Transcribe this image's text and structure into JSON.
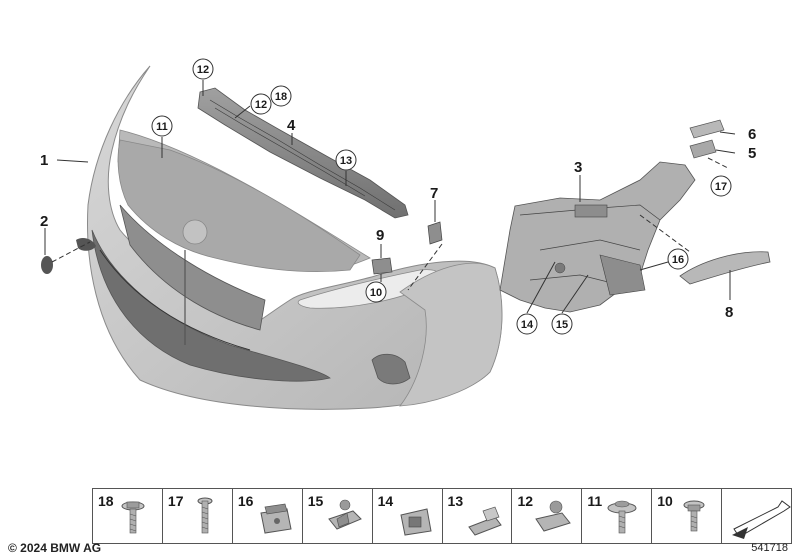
{
  "callouts": [
    {
      "id": "1",
      "circled": false
    },
    {
      "id": "2",
      "circled": false
    },
    {
      "id": "3",
      "circled": false
    },
    {
      "id": "4",
      "circled": false
    },
    {
      "id": "5",
      "circled": false
    },
    {
      "id": "6",
      "circled": false
    },
    {
      "id": "7",
      "circled": false
    },
    {
      "id": "8",
      "circled": false
    },
    {
      "id": "9",
      "circled": false
    },
    {
      "id": "10",
      "circled": true
    },
    {
      "id": "11",
      "circled": true
    },
    {
      "id": "12",
      "circled": true
    },
    {
      "id": "12",
      "circled": true
    },
    {
      "id": "18",
      "circled": true
    },
    {
      "id": "13",
      "circled": true
    },
    {
      "id": "14",
      "circled": true
    },
    {
      "id": "15",
      "circled": true
    },
    {
      "id": "16",
      "circled": true
    },
    {
      "id": "17",
      "circled": true
    }
  ],
  "parts_strip": [
    {
      "number": "18",
      "icon": "collar-screw-icon"
    },
    {
      "number": "17",
      "icon": "screw-icon"
    },
    {
      "number": "16",
      "icon": "clip-nut-icon"
    },
    {
      "number": "15",
      "icon": "spring-nut-icon"
    },
    {
      "number": "14",
      "icon": "clip-nut-icon"
    },
    {
      "number": "13",
      "icon": "bracket-clip-icon"
    },
    {
      "number": "12",
      "icon": "spring-nut-icon"
    },
    {
      "number": "11",
      "icon": "collar-screw-icon"
    },
    {
      "number": "10",
      "icon": "collar-screw-icon"
    }
  ],
  "direction_icon": "arrow-direction-icon",
  "copyright": "© 2024 BMW AG",
  "image_number": "541718",
  "colors": {
    "part_fill": "#c9c9c9",
    "part_shade": "#9a9a9a",
    "part_dark": "#6e6e6e",
    "line": "#333333"
  }
}
